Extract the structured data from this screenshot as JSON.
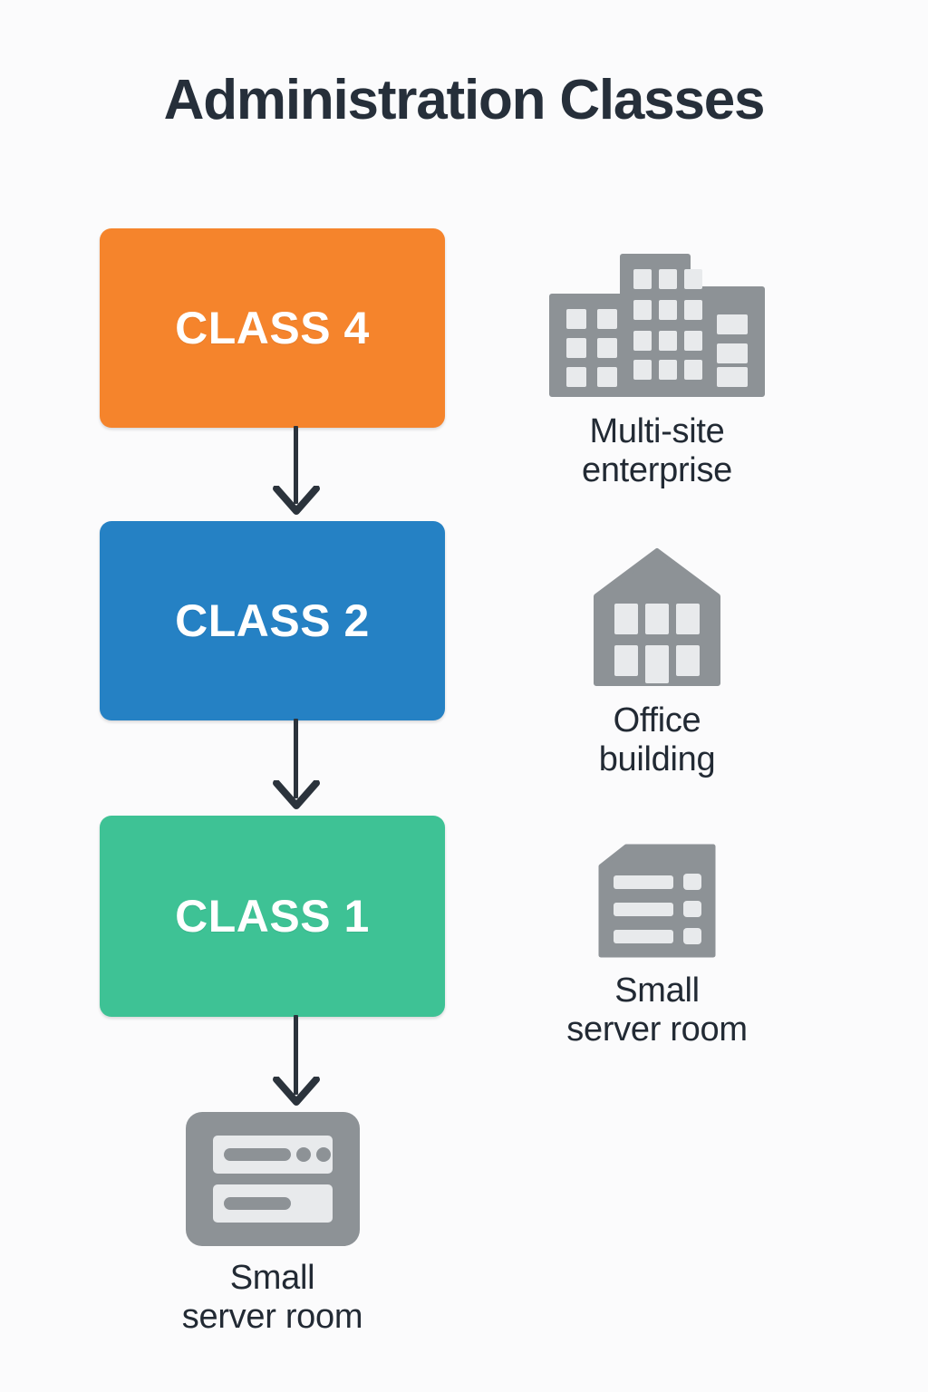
{
  "page": {
    "title": "Administration Classes",
    "background_color": "#fbfbfc",
    "title_color": "#262f3a"
  },
  "flow": {
    "boxes": [
      {
        "label": "CLASS 4",
        "color": "#f5842c",
        "text_color": "#ffffff"
      },
      {
        "label": "CLASS 2",
        "color": "#2581c4",
        "text_color": "#ffffff"
      },
      {
        "label": "CLASS 1",
        "color": "#3ec295",
        "text_color": "#ffffff"
      }
    ],
    "arrow_color": "#2b333c",
    "arrow_count": 3
  },
  "icons": {
    "color": "#8d9296",
    "detail_color": "#e8eaec",
    "items": [
      {
        "name": "multi-site-enterprise",
        "icon": "office-complex-icon",
        "caption_line1": "Multi-site",
        "caption_line2": "enterprise"
      },
      {
        "name": "office-building",
        "icon": "house-building-icon",
        "caption_line1": "Office",
        "caption_line2": "building"
      },
      {
        "name": "small-server-room",
        "icon": "server-rack-icon",
        "caption_line1": "Small",
        "caption_line2": "server room"
      },
      {
        "name": "small-server-room-bottom",
        "icon": "server-unit-icon",
        "caption_line1": "Small",
        "caption_line2": "server room"
      }
    ]
  }
}
